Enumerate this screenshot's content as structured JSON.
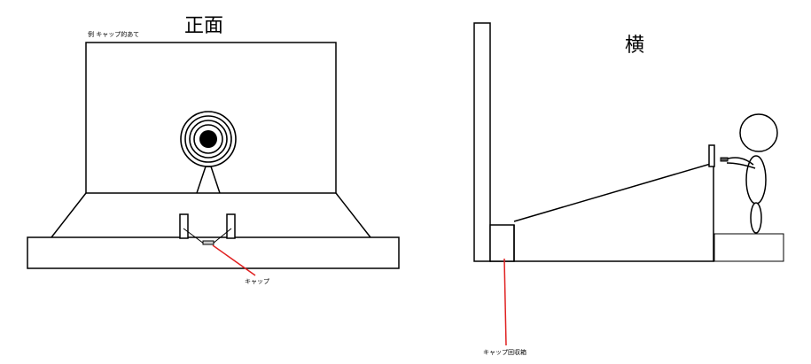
{
  "front_view": {
    "title": "正面",
    "example_label": "例 キャップ的あて",
    "cap_label": "キャップ"
  },
  "side_view": {
    "title": "横",
    "collection_label": "キャップ回収箱"
  },
  "colors": {
    "line": "#000000",
    "pointer": "#e02020",
    "background": "#ffffff"
  }
}
